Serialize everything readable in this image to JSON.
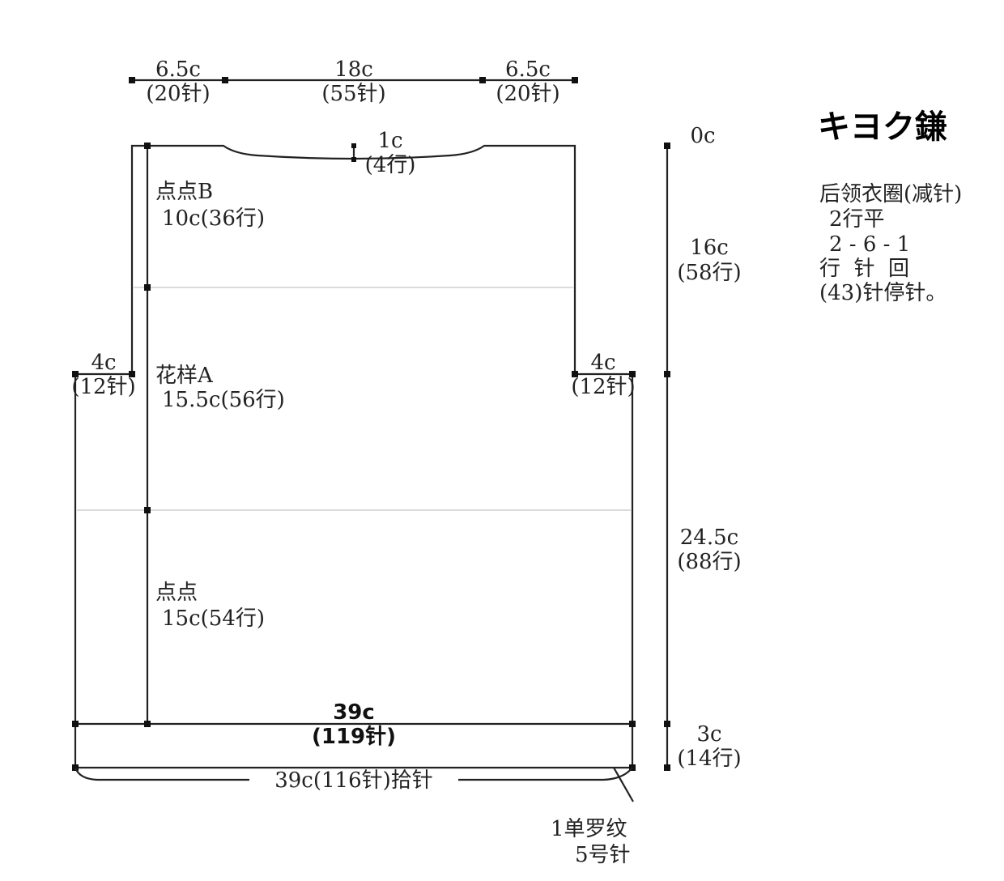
{
  "title": "キヨク鎌",
  "top_widths": [
    {
      "cm": "6.5c",
      "st": "(20针)"
    },
    {
      "cm": "18c",
      "st": "(55针)"
    },
    {
      "cm": "6.5c",
      "st": "(20针)"
    }
  ],
  "neck_depth": {
    "cm": "1c",
    "rows": "(4行)"
  },
  "sections": [
    {
      "name": "点点B",
      "detail": "10c(36行)"
    },
    {
      "name": "花样A",
      "detail": "15.5c(56行)"
    },
    {
      "name": "点点",
      "detail": "15c(54行)"
    }
  ],
  "shoulder_left": {
    "cm": "4c",
    "st": "(12针)"
  },
  "shoulder_right": {
    "cm": "4c",
    "st": "(12针)"
  },
  "right_dims": [
    {
      "cm": "0c",
      "rows": ""
    },
    {
      "cm": "16c",
      "rows": "(58行)"
    },
    {
      "cm": "24.5c",
      "rows": "(88行)"
    },
    {
      "cm": "3c",
      "rows": "(14行)"
    }
  ],
  "bottom_width": {
    "cm": "39c",
    "st": "(119针)"
  },
  "pickup": "39c(116针)拾针",
  "rib": {
    "line1": "1单罗纹",
    "line2": "5号针"
  },
  "notes": {
    "heading": "后领衣圈(减针)",
    "line1": "2行平",
    "line2": "2 - 6 - 1",
    "line3": "行  针  回",
    "line4": "(43)针停针。"
  }
}
